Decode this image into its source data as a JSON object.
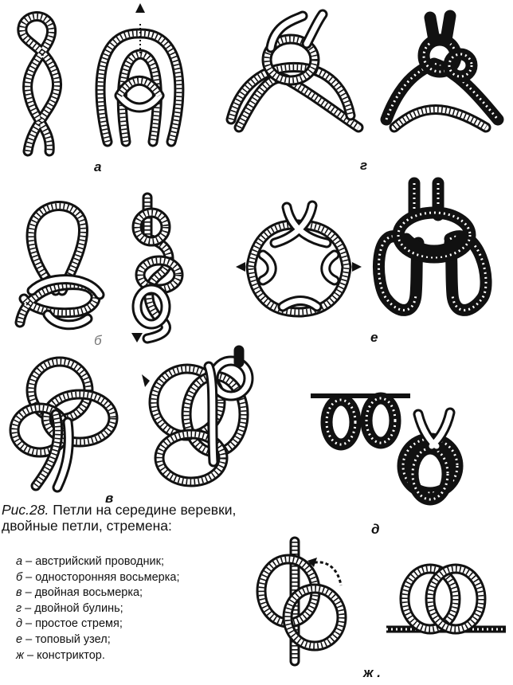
{
  "figure": {
    "label": "Рис.28.",
    "title": "Петли на середине веревки, двойные петли, стремена:"
  },
  "legend": [
    {
      "letter": "а",
      "text": " – австрийский проводник;"
    },
    {
      "letter": "б",
      "text": " – односторонняя восьмерка;"
    },
    {
      "letter": "в",
      "text": " – двойная восьмерка;"
    },
    {
      "letter": "г",
      "text": " – двойной булинь;"
    },
    {
      "letter": "д",
      "text": " – простое стремя;"
    },
    {
      "letter": "е",
      "text": " – топовый узел;"
    },
    {
      "letter": "ж",
      "text": " – констриктор."
    }
  ],
  "panel_labels": {
    "a": "а",
    "b": "б",
    "v": "в",
    "g": "г",
    "d": "д",
    "e": "е",
    "zh": "ж ."
  },
  "colors": {
    "ink": "#111111",
    "paper": "#ffffff",
    "rope_light": "#ffffff"
  }
}
